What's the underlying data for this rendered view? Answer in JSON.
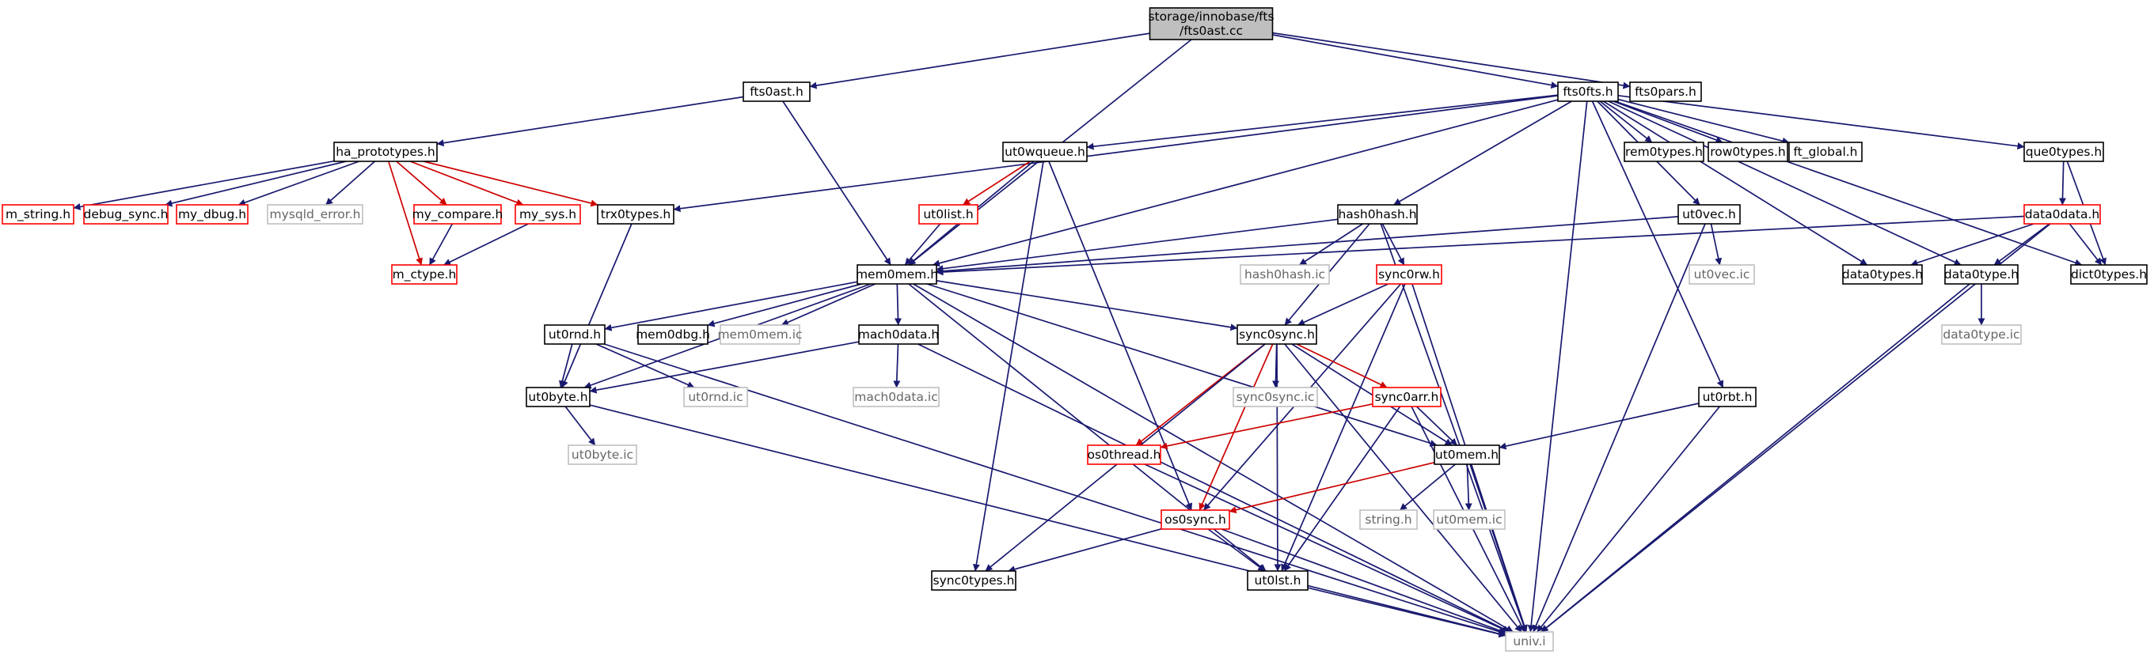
{
  "colors": {
    "edge_normal": "#191970",
    "edge_red": "#cc0000",
    "border_black": "#000000",
    "border_red": "#ff0000",
    "border_gray": "#bfbfbf",
    "fill_root": "#bfbfbf",
    "fill_normal": "#ffffff",
    "text_normal": "#000000",
    "text_gray": "#666666"
  },
  "nodes": [
    {
      "id": "root",
      "lines": [
        "storage/innobase/fts",
        "/fts0ast.cc"
      ],
      "kind": "root"
    },
    {
      "id": "fts0ast_h",
      "lines": [
        "fts0ast.h"
      ],
      "kind": "normal"
    },
    {
      "id": "fts0fts_h",
      "lines": [
        "fts0fts.h"
      ],
      "kind": "normal"
    },
    {
      "id": "fts0pars_h",
      "lines": [
        "fts0pars.h"
      ],
      "kind": "normal"
    },
    {
      "id": "ha_prototypes_h",
      "lines": [
        "ha_prototypes.h"
      ],
      "kind": "normal"
    },
    {
      "id": "ut0wqueue_h",
      "lines": [
        "ut0wqueue.h"
      ],
      "kind": "normal"
    },
    {
      "id": "rem0types_h",
      "lines": [
        "rem0types.h"
      ],
      "kind": "normal"
    },
    {
      "id": "row0types_h",
      "lines": [
        "row0types.h"
      ],
      "kind": "normal"
    },
    {
      "id": "ft_global_h",
      "lines": [
        "ft_global.h"
      ],
      "kind": "normal"
    },
    {
      "id": "que0types_h",
      "lines": [
        "que0types.h"
      ],
      "kind": "normal"
    },
    {
      "id": "m_string_h",
      "lines": [
        "m_string.h"
      ],
      "kind": "red"
    },
    {
      "id": "debug_sync_h",
      "lines": [
        "debug_sync.h"
      ],
      "kind": "red"
    },
    {
      "id": "my_dbug_h",
      "lines": [
        "my_dbug.h"
      ],
      "kind": "red"
    },
    {
      "id": "mysqld_error_h",
      "lines": [
        "mysqld_error.h"
      ],
      "kind": "gray"
    },
    {
      "id": "my_compare_h",
      "lines": [
        "my_compare.h"
      ],
      "kind": "red"
    },
    {
      "id": "my_sys_h",
      "lines": [
        "my_sys.h"
      ],
      "kind": "red"
    },
    {
      "id": "trx0types_h",
      "lines": [
        "trx0types.h"
      ],
      "kind": "normal"
    },
    {
      "id": "ut0list_h",
      "lines": [
        "ut0list.h"
      ],
      "kind": "red"
    },
    {
      "id": "hash0hash_h",
      "lines": [
        "hash0hash.h"
      ],
      "kind": "normal"
    },
    {
      "id": "ut0vec_h",
      "lines": [
        "ut0vec.h"
      ],
      "kind": "normal"
    },
    {
      "id": "data0data_h",
      "lines": [
        "data0data.h"
      ],
      "kind": "red"
    },
    {
      "id": "m_ctype_h",
      "lines": [
        "m_ctype.h"
      ],
      "kind": "red"
    },
    {
      "id": "mem0mem_h",
      "lines": [
        "mem0mem.h"
      ],
      "kind": "normal"
    },
    {
      "id": "hash0hash_ic",
      "lines": [
        "hash0hash.ic"
      ],
      "kind": "gray"
    },
    {
      "id": "sync0rw_h",
      "lines": [
        "sync0rw.h"
      ],
      "kind": "red"
    },
    {
      "id": "ut0vec_ic",
      "lines": [
        "ut0vec.ic"
      ],
      "kind": "gray"
    },
    {
      "id": "data0types_h",
      "lines": [
        "data0types.h"
      ],
      "kind": "normal"
    },
    {
      "id": "data0type_h",
      "lines": [
        "data0type.h"
      ],
      "kind": "normal"
    },
    {
      "id": "dict0types_h",
      "lines": [
        "dict0types.h"
      ],
      "kind": "normal"
    },
    {
      "id": "ut0rnd_h",
      "lines": [
        "ut0rnd.h"
      ],
      "kind": "normal"
    },
    {
      "id": "mem0dbg_h",
      "lines": [
        "mem0dbg.h"
      ],
      "kind": "normal"
    },
    {
      "id": "mem0mem_ic",
      "lines": [
        "mem0mem.ic"
      ],
      "kind": "gray"
    },
    {
      "id": "mach0data_h",
      "lines": [
        "mach0data.h"
      ],
      "kind": "normal"
    },
    {
      "id": "sync0sync_h",
      "lines": [
        "sync0sync.h"
      ],
      "kind": "normal"
    },
    {
      "id": "data0type_ic",
      "lines": [
        "data0type.ic"
      ],
      "kind": "gray"
    },
    {
      "id": "ut0byte_h",
      "lines": [
        "ut0byte.h"
      ],
      "kind": "normal"
    },
    {
      "id": "ut0rnd_ic",
      "lines": [
        "ut0rnd.ic"
      ],
      "kind": "gray"
    },
    {
      "id": "mach0data_ic",
      "lines": [
        "mach0data.ic"
      ],
      "kind": "gray"
    },
    {
      "id": "sync0sync_ic",
      "lines": [
        "sync0sync.ic"
      ],
      "kind": "gray"
    },
    {
      "id": "sync0arr_h",
      "lines": [
        "sync0arr.h"
      ],
      "kind": "red"
    },
    {
      "id": "ut0rbt_h",
      "lines": [
        "ut0rbt.h"
      ],
      "kind": "normal"
    },
    {
      "id": "os0thread_h",
      "lines": [
        "os0thread.h"
      ],
      "kind": "red"
    },
    {
      "id": "ut0mem_h",
      "lines": [
        "ut0mem.h"
      ],
      "kind": "normal"
    },
    {
      "id": "ut0byte_ic",
      "lines": [
        "ut0byte.ic"
      ],
      "kind": "gray"
    },
    {
      "id": "os0sync_h",
      "lines": [
        "os0sync.h"
      ],
      "kind": "red"
    },
    {
      "id": "string_h",
      "lines": [
        "string.h"
      ],
      "kind": "gray"
    },
    {
      "id": "ut0mem_ic",
      "lines": [
        "ut0mem.ic"
      ],
      "kind": "gray"
    },
    {
      "id": "sync0types_h",
      "lines": [
        "sync0types.h"
      ],
      "kind": "normal"
    },
    {
      "id": "ut0lst_h",
      "lines": [
        "ut0lst.h"
      ],
      "kind": "normal"
    },
    {
      "id": "univ_i",
      "lines": [
        "univ.i"
      ],
      "kind": "gray"
    }
  ],
  "edges": [
    {
      "from": "root",
      "to": "fts0ast_h",
      "color": "normal"
    },
    {
      "from": "root",
      "to": "fts0fts_h",
      "color": "normal"
    },
    {
      "from": "root",
      "to": "fts0pars_h",
      "color": "normal"
    },
    {
      "from": "root",
      "to": "mem0mem_h",
      "color": "normal"
    },
    {
      "from": "fts0ast_h",
      "to": "ha_prototypes_h",
      "color": "normal"
    },
    {
      "from": "fts0ast_h",
      "to": "mem0mem_h",
      "color": "normal"
    },
    {
      "from": "ha_prototypes_h",
      "to": "m_string_h",
      "color": "normal"
    },
    {
      "from": "ha_prototypes_h",
      "to": "debug_sync_h",
      "color": "normal"
    },
    {
      "from": "ha_prototypes_h",
      "to": "my_dbug_h",
      "color": "normal"
    },
    {
      "from": "ha_prototypes_h",
      "to": "mysqld_error_h",
      "color": "normal"
    },
    {
      "from": "ha_prototypes_h",
      "to": "my_compare_h",
      "color": "red"
    },
    {
      "from": "ha_prototypes_h",
      "to": "my_sys_h",
      "color": "red"
    },
    {
      "from": "ha_prototypes_h",
      "to": "trx0types_h",
      "color": "red"
    },
    {
      "from": "ha_prototypes_h",
      "to": "m_ctype_h",
      "color": "red"
    },
    {
      "from": "my_compare_h",
      "to": "m_ctype_h",
      "color": "normal"
    },
    {
      "from": "my_sys_h",
      "to": "m_ctype_h",
      "color": "normal"
    },
    {
      "from": "trx0types_h",
      "to": "ut0byte_h",
      "color": "normal"
    },
    {
      "from": "fts0fts_h",
      "to": "trx0types_h",
      "color": "normal"
    },
    {
      "from": "fts0fts_h",
      "to": "ut0wqueue_h",
      "color": "normal"
    },
    {
      "from": "fts0fts_h",
      "to": "mem0mem_h",
      "color": "normal"
    },
    {
      "from": "fts0fts_h",
      "to": "hash0hash_h",
      "color": "normal"
    },
    {
      "from": "fts0fts_h",
      "to": "rem0types_h",
      "color": "normal"
    },
    {
      "from": "fts0fts_h",
      "to": "row0types_h",
      "color": "normal"
    },
    {
      "from": "fts0fts_h",
      "to": "ft_global_h",
      "color": "normal"
    },
    {
      "from": "fts0fts_h",
      "to": "que0types_h",
      "color": "normal"
    },
    {
      "from": "fts0fts_h",
      "to": "ut0vec_h",
      "color": "normal"
    },
    {
      "from": "fts0fts_h",
      "to": "data0types_h",
      "color": "normal"
    },
    {
      "from": "fts0fts_h",
      "to": "data0type_h",
      "color": "normal"
    },
    {
      "from": "fts0fts_h",
      "to": "dict0types_h",
      "color": "normal"
    },
    {
      "from": "fts0fts_h",
      "to": "ut0rbt_h",
      "color": "normal"
    },
    {
      "from": "fts0fts_h",
      "to": "univ_i",
      "color": "normal"
    },
    {
      "from": "ut0wqueue_h",
      "to": "ut0list_h",
      "color": "red"
    },
    {
      "from": "ut0wqueue_h",
      "to": "mem0mem_h",
      "color": "normal"
    },
    {
      "from": "ut0wqueue_h",
      "to": "sync0types_h",
      "color": "normal"
    },
    {
      "from": "ut0wqueue_h",
      "to": "os0sync_h",
      "color": "normal"
    },
    {
      "from": "ut0list_h",
      "to": "mem0mem_h",
      "color": "normal"
    },
    {
      "from": "hash0hash_h",
      "to": "mem0mem_h",
      "color": "normal"
    },
    {
      "from": "hash0hash_h",
      "to": "hash0hash_ic",
      "color": "normal"
    },
    {
      "from": "hash0hash_h",
      "to": "sync0rw_h",
      "color": "normal"
    },
    {
      "from": "hash0hash_h",
      "to": "sync0sync_h",
      "color": "normal"
    },
    {
      "from": "hash0hash_h",
      "to": "univ_i",
      "color": "normal"
    },
    {
      "from": "ut0vec_h",
      "to": "mem0mem_h",
      "color": "normal"
    },
    {
      "from": "ut0vec_h",
      "to": "ut0vec_ic",
      "color": "normal"
    },
    {
      "from": "ut0vec_h",
      "to": "univ_i",
      "color": "normal"
    },
    {
      "from": "que0types_h",
      "to": "data0data_h",
      "color": "normal"
    },
    {
      "from": "que0types_h",
      "to": "dict0types_h",
      "color": "normal"
    },
    {
      "from": "data0data_h",
      "to": "mem0mem_h",
      "color": "normal"
    },
    {
      "from": "data0data_h",
      "to": "data0types_h",
      "color": "normal"
    },
    {
      "from": "data0data_h",
      "to": "data0type_h",
      "color": "normal"
    },
    {
      "from": "data0data_h",
      "to": "dict0types_h",
      "color": "normal"
    },
    {
      "from": "data0data_h",
      "to": "univ_i",
      "color": "normal"
    },
    {
      "from": "data0type_h",
      "to": "data0type_ic",
      "color": "normal"
    },
    {
      "from": "data0type_h",
      "to": "univ_i",
      "color": "normal"
    },
    {
      "from": "mem0mem_h",
      "to": "ut0rnd_h",
      "color": "normal"
    },
    {
      "from": "mem0mem_h",
      "to": "mem0dbg_h",
      "color": "normal"
    },
    {
      "from": "mem0mem_h",
      "to": "mem0mem_ic",
      "color": "normal"
    },
    {
      "from": "mem0mem_h",
      "to": "mach0data_h",
      "color": "normal"
    },
    {
      "from": "mem0mem_h",
      "to": "sync0sync_h",
      "color": "normal"
    },
    {
      "from": "mem0mem_h",
      "to": "ut0byte_h",
      "color": "normal"
    },
    {
      "from": "mem0mem_h",
      "to": "ut0mem_h",
      "color": "normal"
    },
    {
      "from": "mem0mem_h",
      "to": "ut0lst_h",
      "color": "normal"
    },
    {
      "from": "mem0mem_h",
      "to": "univ_i",
      "color": "normal"
    },
    {
      "from": "ut0rnd_h",
      "to": "ut0byte_h",
      "color": "normal"
    },
    {
      "from": "ut0rnd_h",
      "to": "ut0rnd_ic",
      "color": "normal"
    },
    {
      "from": "ut0rnd_h",
      "to": "univ_i",
      "color": "normal"
    },
    {
      "from": "mach0data_h",
      "to": "ut0byte_h",
      "color": "normal"
    },
    {
      "from": "mach0data_h",
      "to": "mach0data_ic",
      "color": "normal"
    },
    {
      "from": "mach0data_h",
      "to": "univ_i",
      "color": "normal"
    },
    {
      "from": "ut0byte_h",
      "to": "ut0byte_ic",
      "color": "normal"
    },
    {
      "from": "ut0byte_h",
      "to": "univ_i",
      "color": "normal"
    },
    {
      "from": "sync0rw_h",
      "to": "sync0sync_h",
      "color": "normal"
    },
    {
      "from": "sync0rw_h",
      "to": "os0sync_h",
      "color": "normal"
    },
    {
      "from": "sync0rw_h",
      "to": "ut0lst_h",
      "color": "normal"
    },
    {
      "from": "sync0rw_h",
      "to": "univ_i",
      "color": "normal"
    },
    {
      "from": "sync0sync_h",
      "to": "sync0sync_ic",
      "color": "normal"
    },
    {
      "from": "sync0sync_h",
      "to": "sync0arr_h",
      "color": "red"
    },
    {
      "from": "sync0sync_h",
      "to": "os0thread_h",
      "color": "red"
    },
    {
      "from": "sync0sync_h",
      "to": "os0sync_h",
      "color": "red"
    },
    {
      "from": "sync0sync_h",
      "to": "sync0types_h",
      "color": "normal"
    },
    {
      "from": "sync0sync_h",
      "to": "ut0mem_h",
      "color": "normal"
    },
    {
      "from": "sync0sync_h",
      "to": "ut0lst_h",
      "color": "normal"
    },
    {
      "from": "sync0sync_h",
      "to": "univ_i",
      "color": "normal"
    },
    {
      "from": "sync0arr_h",
      "to": "os0thread_h",
      "color": "red"
    },
    {
      "from": "sync0arr_h",
      "to": "ut0mem_h",
      "color": "normal"
    },
    {
      "from": "sync0arr_h",
      "to": "ut0lst_h",
      "color": "normal"
    },
    {
      "from": "sync0arr_h",
      "to": "univ_i",
      "color": "normal"
    },
    {
      "from": "ut0rbt_h",
      "to": "ut0mem_h",
      "color": "normal"
    },
    {
      "from": "ut0rbt_h",
      "to": "univ_i",
      "color": "normal"
    },
    {
      "from": "os0thread_h",
      "to": "univ_i",
      "color": "normal"
    },
    {
      "from": "ut0mem_h",
      "to": "os0sync_h",
      "color": "red"
    },
    {
      "from": "ut0mem_h",
      "to": "string_h",
      "color": "normal"
    },
    {
      "from": "ut0mem_h",
      "to": "ut0mem_ic",
      "color": "normal"
    },
    {
      "from": "ut0mem_h",
      "to": "univ_i",
      "color": "normal"
    },
    {
      "from": "os0sync_h",
      "to": "sync0types_h",
      "color": "normal"
    },
    {
      "from": "os0sync_h",
      "to": "ut0lst_h",
      "color": "normal"
    },
    {
      "from": "os0sync_h",
      "to": "univ_i",
      "color": "normal"
    },
    {
      "from": "ut0lst_h",
      "to": "univ_i",
      "color": "normal"
    }
  ]
}
